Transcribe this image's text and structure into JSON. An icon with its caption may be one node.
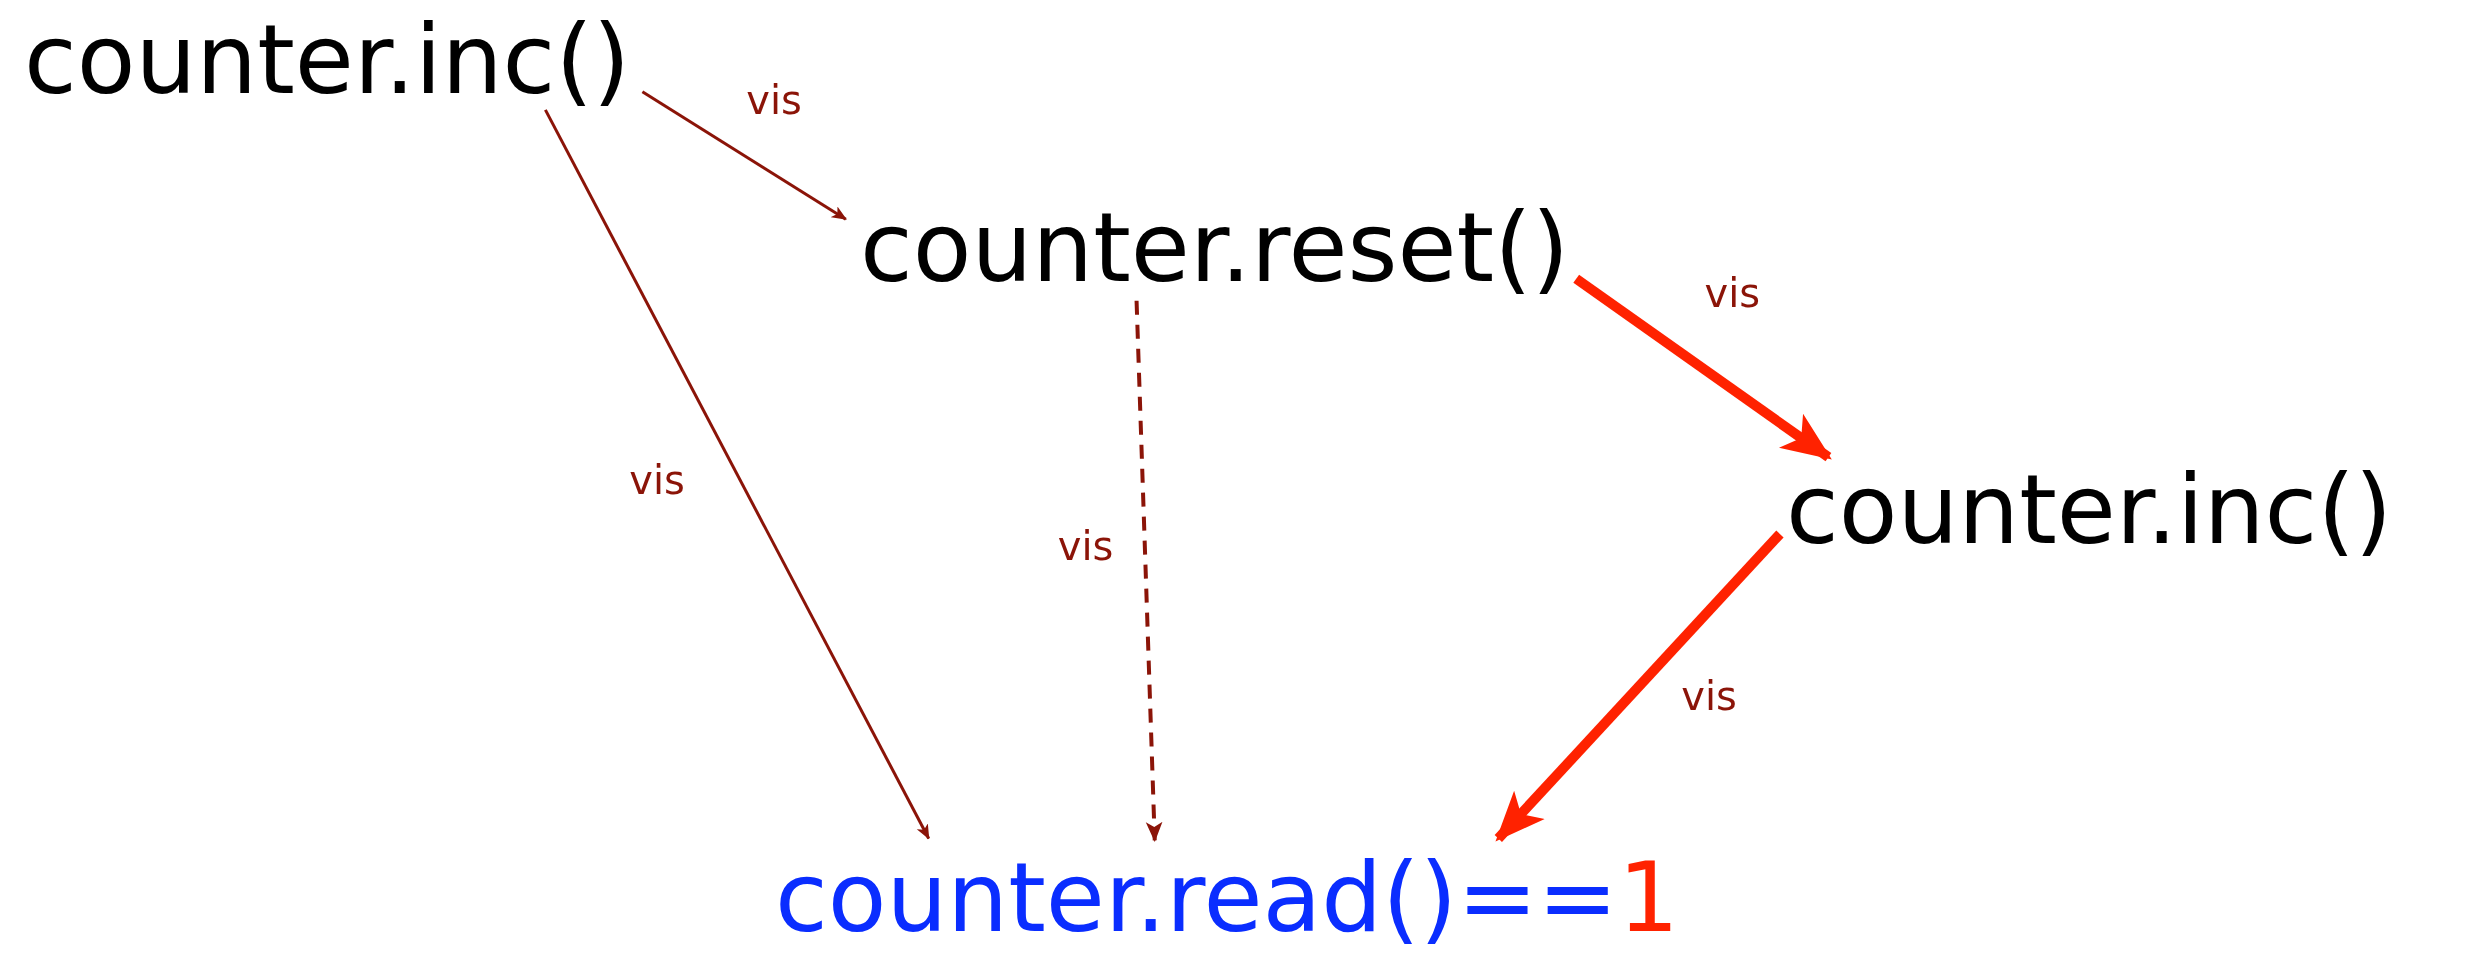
{
  "diagram": {
    "nodes": [
      {
        "text": [
          "counter.inc()"
        ]
      },
      {
        "text": [
          "counter.reset()"
        ]
      },
      {
        "text": [
          "counter.inc()"
        ]
      },
      {
        "text": [
          "counter.read()==",
          "1"
        ]
      }
    ],
    "edges": [
      {
        "from": 0,
        "to": 1,
        "arrow": "to",
        "label": "vis"
      },
      {
        "from": 0,
        "to": 3,
        "arrow": "to",
        "label": "vis"
      },
      {
        "from": 1,
        "to": 3,
        "arrow": "to",
        "label": "vis",
        "style": "dashed"
      },
      {
        "from": 1,
        "to": 2,
        "arrow": "to",
        "label": "vis",
        "style": "thick",
        "color": "#ff2200"
      },
      {
        "from": 2,
        "to": 3,
        "arrow": "to",
        "label": "vis",
        "style": "thick",
        "color": "#ff2200"
      }
    ]
  }
}
